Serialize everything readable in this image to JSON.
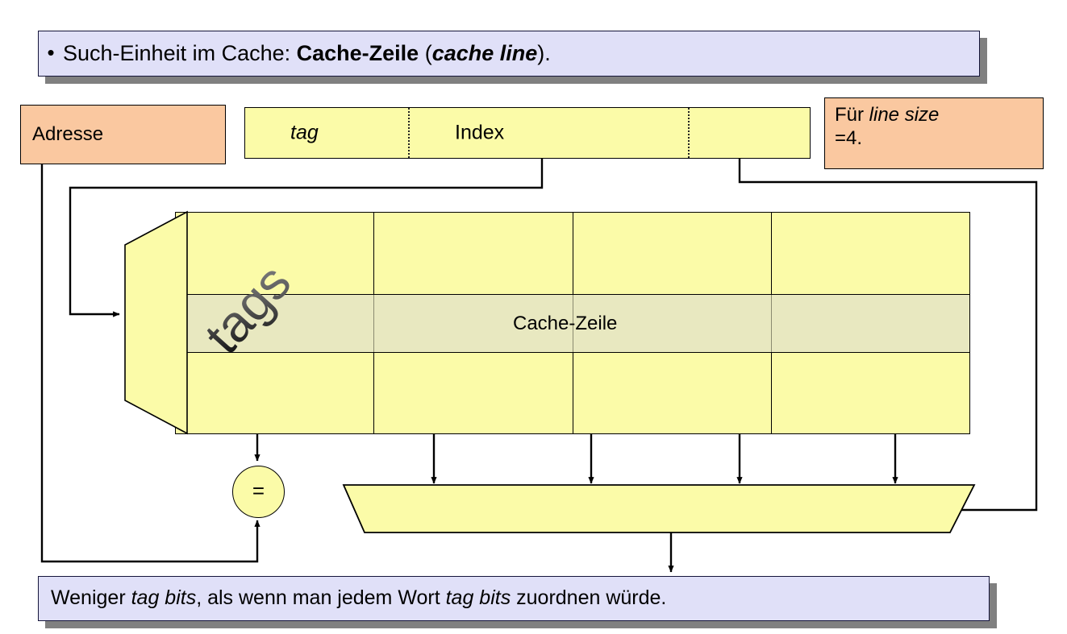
{
  "slide": {
    "top_banner": {
      "bullet": "•",
      "text_parts": [
        {
          "t": "Such-Einheit im Cache: ",
          "style": "normal"
        },
        {
          "t": "Cache-Zeile",
          "style": "bold"
        },
        {
          "t": " (",
          "style": "normal"
        },
        {
          "t": "cache line",
          "style": "bold-italic"
        },
        {
          "t": ").",
          "style": "normal"
        }
      ],
      "plain": "Such-Einheit im Cache: Cache-Zeile (cache line)."
    },
    "bottom_banner": {
      "text_parts": [
        {
          "t": "Weniger ",
          "style": "normal"
        },
        {
          "t": "tag bits",
          "style": "italic"
        },
        {
          "t": ", als wenn man jedem Wort ",
          "style": "normal"
        },
        {
          "t": "tag bits",
          "style": "italic"
        },
        {
          "t": " zuordnen würde.",
          "style": "normal"
        }
      ],
      "plain": "Weniger tag bits, als wenn man jedem Wort tag bits zuordnen würde."
    }
  },
  "address": {
    "label_box": "Adresse",
    "fields": [
      {
        "name": "tag",
        "label": "tag",
        "italic": true
      },
      {
        "name": "index",
        "label": "Index",
        "italic": false
      },
      {
        "name": "offset",
        "label": "",
        "italic": false
      }
    ],
    "divider_style": "dotted"
  },
  "note": {
    "line1_prefix": "Für ",
    "line1_italic": "line size",
    "line2": "=4."
  },
  "cache": {
    "tags_label": "tags",
    "cache_line_label": "Cache-Zeile",
    "rows": 3,
    "columns": 4,
    "highlighted_row_index": 1,
    "comparator_label": "=",
    "mux_label": ""
  },
  "colors": {
    "banner_fill": "#e0e0f8",
    "banner_border": "#15153a",
    "banner_shadow": "#808080",
    "orange_fill": "#fac8a0",
    "yellow_fill": "#fbfba8",
    "highlight_fill": "#e8e8c0",
    "line": "#000000",
    "text": "#000000",
    "tags_gradient_from": "#7d7d7d",
    "tags_gradient_to": "#000000"
  }
}
